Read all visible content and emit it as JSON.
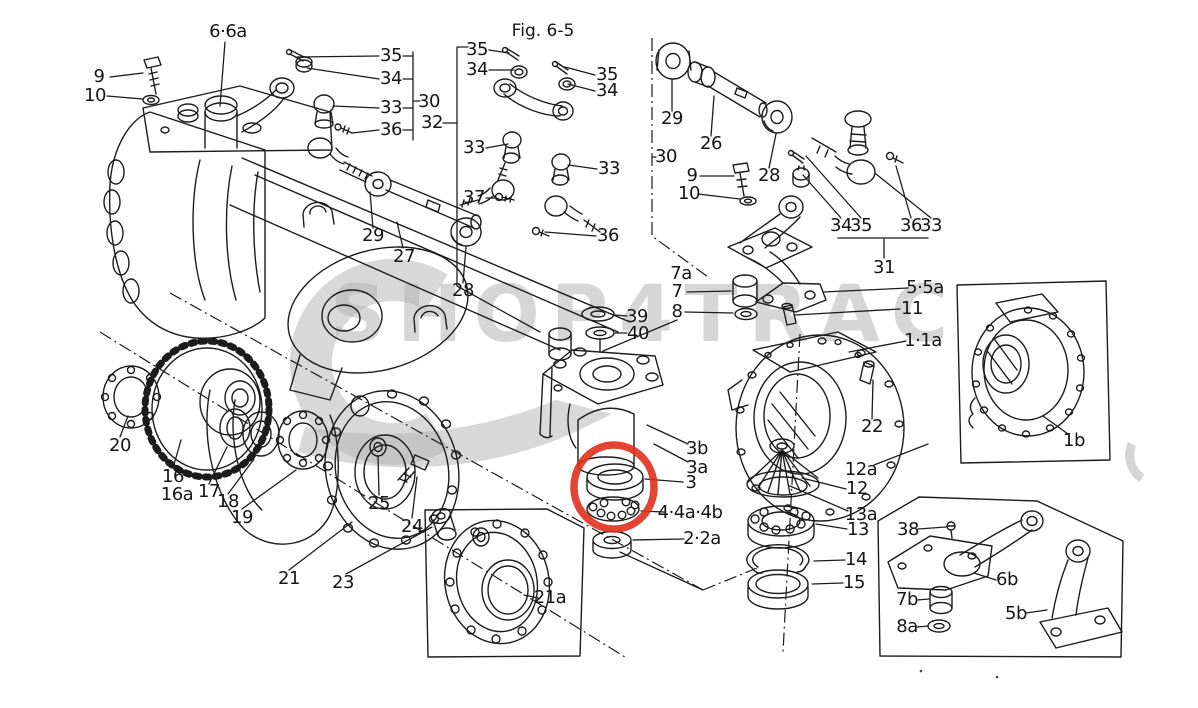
{
  "diagram": {
    "type": "exploded-parts-diagram",
    "figure_title": "Fig. 6-5",
    "watermark_text": "SHOP4TRAC",
    "highlight_color": "#e0301e",
    "highlighted_part": "3",
    "line_color": "#1c1c1c",
    "labels": [
      {
        "id": "6-6a",
        "text": "6·6a"
      },
      {
        "id": "9-left",
        "text": "9"
      },
      {
        "id": "10-left",
        "text": "10"
      },
      {
        "id": "35-left",
        "text": "35"
      },
      {
        "id": "34-left",
        "text": "34"
      },
      {
        "id": "33-left",
        "text": "33"
      },
      {
        "id": "36-left",
        "text": "36"
      },
      {
        "id": "30-left",
        "text": "30"
      },
      {
        "id": "32",
        "text": "32"
      },
      {
        "id": "35-fig-left",
        "text": "35"
      },
      {
        "id": "34-fig-left",
        "text": "34"
      },
      {
        "id": "35-fig-right",
        "text": "35"
      },
      {
        "id": "34-fig-right",
        "text": "34"
      },
      {
        "id": "33-fig-left",
        "text": "33"
      },
      {
        "id": "33-fig-right",
        "text": "33"
      },
      {
        "id": "37",
        "text": "37"
      },
      {
        "id": "36-fig-right",
        "text": "36"
      },
      {
        "id": "29-mid",
        "text": "29"
      },
      {
        "id": "27",
        "text": "27"
      },
      {
        "id": "28-mid",
        "text": "28"
      },
      {
        "id": "29-right",
        "text": "29"
      },
      {
        "id": "26",
        "text": "26"
      },
      {
        "id": "28-right",
        "text": "28"
      },
      {
        "id": "30-right",
        "text": "30"
      },
      {
        "id": "9-right",
        "text": "9"
      },
      {
        "id": "10-right",
        "text": "10"
      },
      {
        "id": "34-right",
        "text": "34"
      },
      {
        "id": "35-right",
        "text": "35"
      },
      {
        "id": "36-right",
        "text": "36"
      },
      {
        "id": "33-right",
        "text": "33"
      },
      {
        "id": "31",
        "text": "31"
      },
      {
        "id": "7a",
        "text": "7a"
      },
      {
        "id": "7",
        "text": "7"
      },
      {
        "id": "8",
        "text": "8"
      },
      {
        "id": "5-5a",
        "text": "5·5a"
      },
      {
        "id": "11",
        "text": "11"
      },
      {
        "id": "1-1a",
        "text": "1·1a"
      },
      {
        "id": "22",
        "text": "22"
      },
      {
        "id": "39",
        "text": "39"
      },
      {
        "id": "40",
        "text": "40"
      },
      {
        "id": "3b",
        "text": "3b"
      },
      {
        "id": "3a",
        "text": "3a"
      },
      {
        "id": "3",
        "text": "3"
      },
      {
        "id": "4-4a-4b",
        "text": "4·4a·4b"
      },
      {
        "id": "2-2a",
        "text": "2·2a"
      },
      {
        "id": "12a",
        "text": "12a"
      },
      {
        "id": "12",
        "text": "12"
      },
      {
        "id": "13a",
        "text": "13a"
      },
      {
        "id": "13",
        "text": "13"
      },
      {
        "id": "14",
        "text": "14"
      },
      {
        "id": "15",
        "text": "15"
      },
      {
        "id": "1b",
        "text": "1b"
      },
      {
        "id": "38",
        "text": "38"
      },
      {
        "id": "6b",
        "text": "6b"
      },
      {
        "id": "7b",
        "text": "7b"
      },
      {
        "id": "8a",
        "text": "8a"
      },
      {
        "id": "5b",
        "text": "5b"
      },
      {
        "id": "20",
        "text": "20"
      },
      {
        "id": "16",
        "text": "16"
      },
      {
        "id": "16a",
        "text": "16a"
      },
      {
        "id": "17",
        "text": "17"
      },
      {
        "id": "18",
        "text": "18"
      },
      {
        "id": "19",
        "text": "19"
      },
      {
        "id": "21",
        "text": "21"
      },
      {
        "id": "23",
        "text": "23"
      },
      {
        "id": "25",
        "text": "25"
      },
      {
        "id": "24",
        "text": "24"
      },
      {
        "id": "21a",
        "text": "21a"
      }
    ]
  }
}
